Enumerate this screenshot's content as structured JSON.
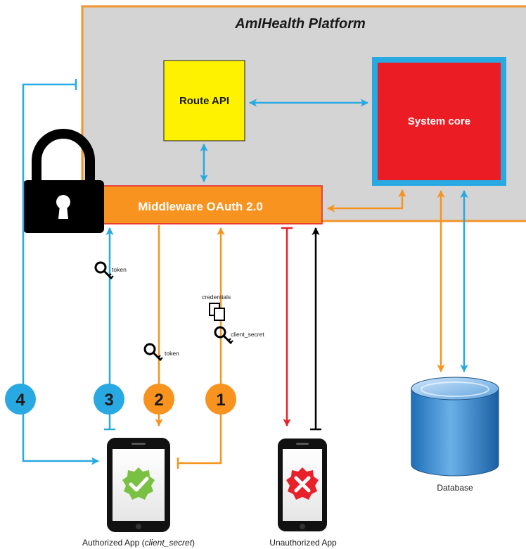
{
  "platform": {
    "title": "AmIHealth Platform"
  },
  "nodes": {
    "route_api": "Route API",
    "system_core": "System core",
    "middleware": "Middleware OAuth 2.0",
    "database": "Database",
    "authorized_app": "Authorized App (client_secret)",
    "authorized_app_prefix": "Authorized App (",
    "authorized_app_secret": "client_secret",
    "authorized_app_suffix": ")",
    "unauthorized_app": "Unauthorized App"
  },
  "annotations": {
    "token_3": "token",
    "token_2": "token",
    "credentials": "credentials",
    "client_secret": "client_secret"
  },
  "steps": [
    "4",
    "3",
    "2",
    "1"
  ],
  "colors": {
    "platform_border": "#f0962a",
    "platform_fill": "#d4d4d4",
    "route_api": "#fff200",
    "system_core": "#ec1c24",
    "system_core_border": "#29a9e1",
    "middleware": "#f7931e",
    "blue_arrow": "#29a9e1",
    "orange_arrow": "#f7931e",
    "red_arrow": "#e8202a",
    "black_arrow": "#000000"
  }
}
